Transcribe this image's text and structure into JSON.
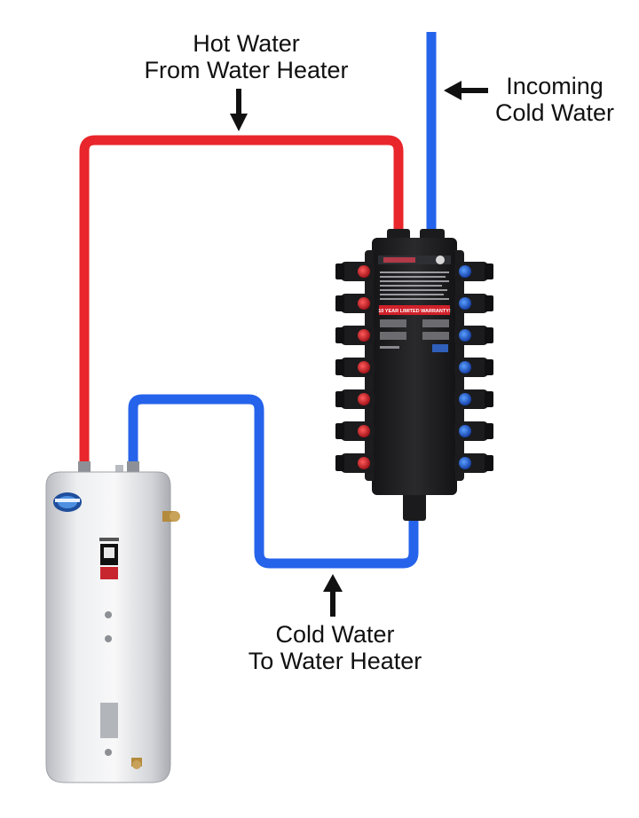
{
  "labels": {
    "hot_water": {
      "line1": "Hot Water",
      "line2": "From Water Heater"
    },
    "incoming_cold": {
      "line1": "Incoming",
      "line2": "Cold Water"
    },
    "cold_to_heater": {
      "line1": "Cold Water",
      "line2": "To Water Heater"
    }
  },
  "manifold": {
    "warranty_banner": "10 YEAR LIMITED WARRANTY!"
  },
  "colors": {
    "hot_pipe": "#e8262b",
    "cold_pipe": "#2563eb",
    "manifold_body": "#1f1f21",
    "heater_body": "#e6e7e9",
    "arrow": "#111111"
  },
  "valves": {
    "hot_outlets": 7,
    "cold_outlets": 7
  }
}
